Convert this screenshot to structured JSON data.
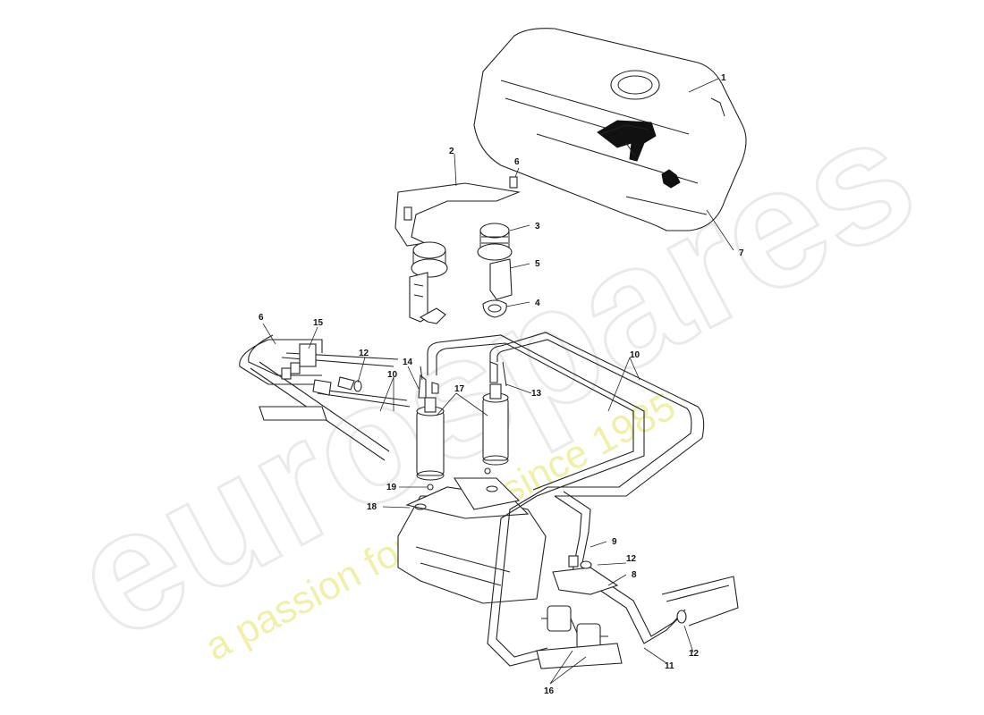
{
  "watermark": {
    "brand": "eurospares",
    "tagline": "a passion for parts since 1985",
    "brand_color": "#d9d9d9",
    "tagline_color": "#ecec90"
  },
  "callouts": [
    {
      "id": "c1",
      "label": "1"
    },
    {
      "id": "c2",
      "label": "2"
    },
    {
      "id": "c3",
      "label": "3"
    },
    {
      "id": "c4",
      "label": "4"
    },
    {
      "id": "c5",
      "label": "5"
    },
    {
      "id": "c6a",
      "label": "6"
    },
    {
      "id": "c6b",
      "label": "6"
    },
    {
      "id": "c7",
      "label": "7"
    },
    {
      "id": "c8",
      "label": "8"
    },
    {
      "id": "c9",
      "label": "9"
    },
    {
      "id": "c10a",
      "label": "10"
    },
    {
      "id": "c10b",
      "label": "10"
    },
    {
      "id": "c11",
      "label": "11"
    },
    {
      "id": "c12a",
      "label": "12"
    },
    {
      "id": "c12b",
      "label": "12"
    },
    {
      "id": "c12c",
      "label": "12"
    },
    {
      "id": "c13",
      "label": "13"
    },
    {
      "id": "c14",
      "label": "14"
    },
    {
      "id": "c15",
      "label": "15"
    },
    {
      "id": "c16",
      "label": "16"
    },
    {
      "id": "c17",
      "label": "17"
    },
    {
      "id": "c18",
      "label": "18"
    },
    {
      "id": "c19",
      "label": "19"
    }
  ]
}
